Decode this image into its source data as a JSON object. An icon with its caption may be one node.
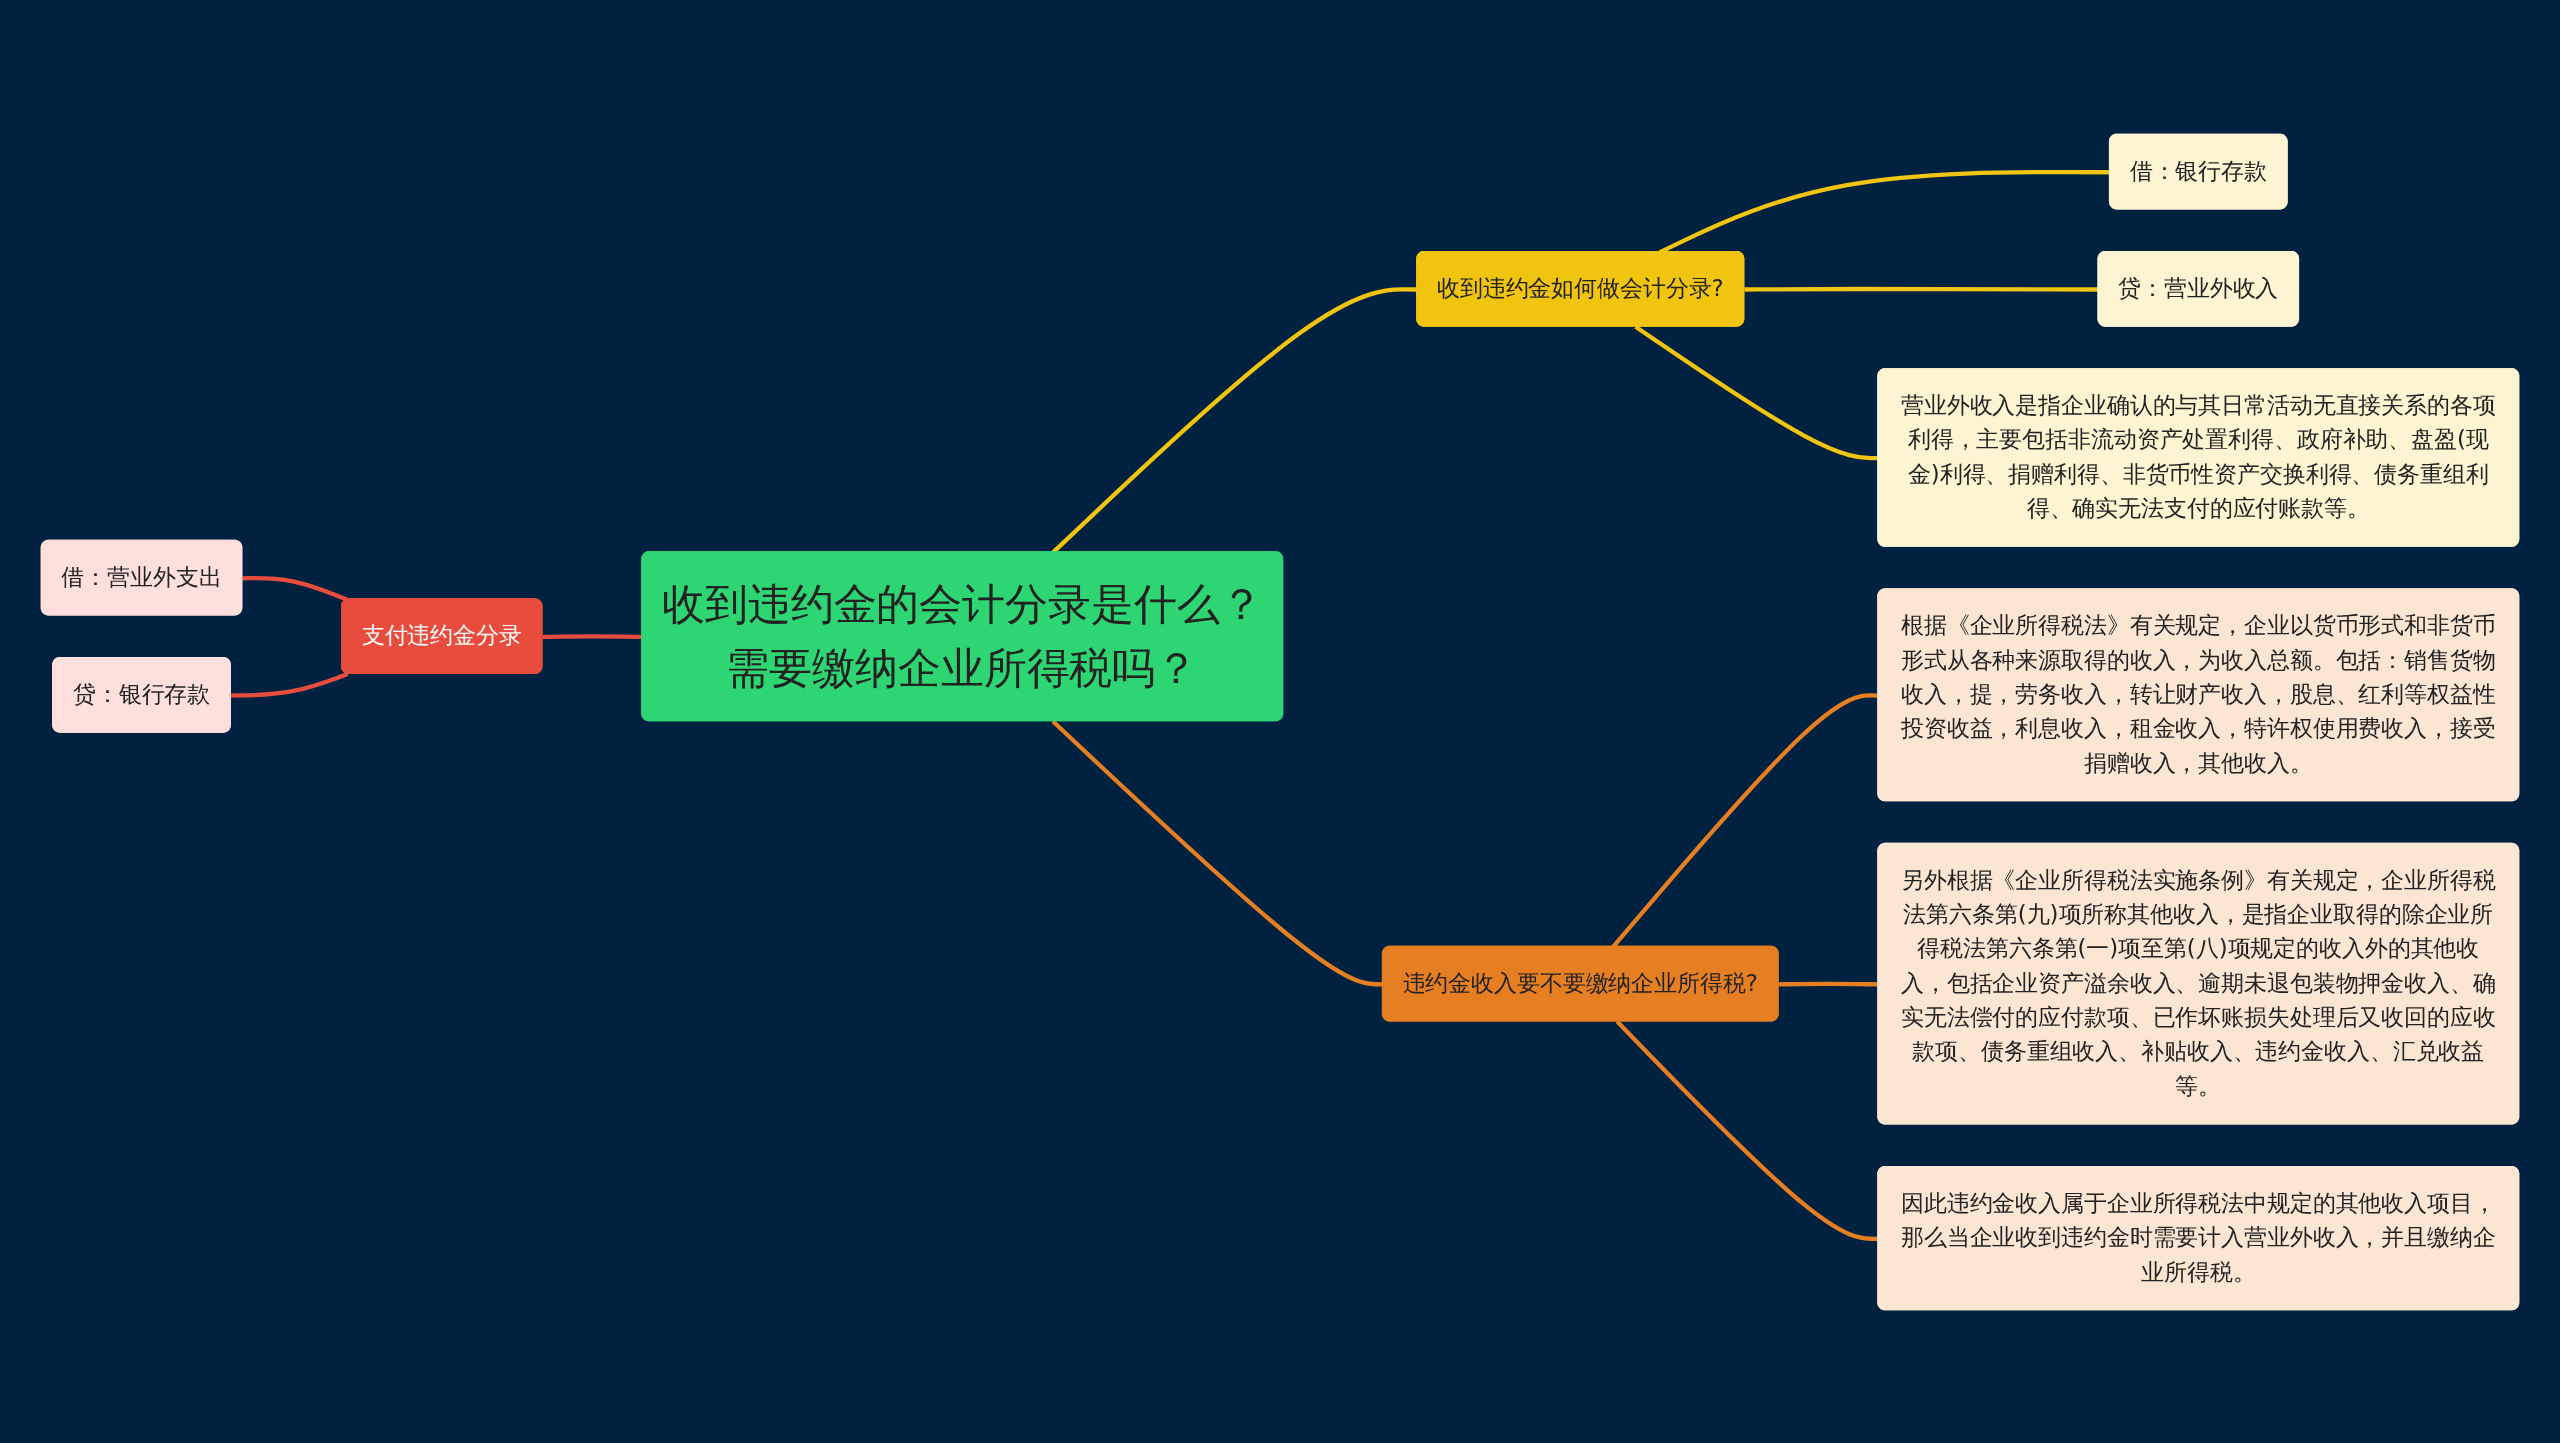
{
  "diagram": {
    "nodes": [
      {
        "text": [
          "收到违约金的会计分录是什么？需要缴纳企业所得税吗？"
        ]
      },
      {
        "text": [
          "收到违约金如何做会计分录?"
        ]
      },
      {
        "text": [
          "借：银行存款"
        ]
      },
      {
        "text": [
          "贷：营业外收入"
        ]
      },
      {
        "text": [
          "营业外收入是指企业确认的与其日常活动无直接关系的各项利得，主要包括非流动资产处置利得、政府补助、盘盈(现金)利得、捐赠利得、非货币性资产交换利得、债务重组利得、确实无法支付的应付账款等。"
        ]
      },
      {
        "text": [
          "违约金收入要不要缴纳企业所得税?"
        ]
      },
      {
        "text": [
          "根据《企业所得税法》有关规定，企业以货币形式和非货币形式从各种来源取得的收入，为收入总额。包括：销售货物收入，提，劳务收入，转让财产收入，股息、红利等权益性投资收益，利息收入，租金收入，特许权使用费收入，接受捐赠收入，其他收入。"
        ]
      },
      {
        "text": [
          "另外根据《企业所得税法实施条例》有关规定，企业所得税法第六条第(九)项所称其他收入，是指企业取得的除企业所得税法第六条第(一)项至第(八)项规定的收入外的其他收入，包括企业资产溢余收入、逾期未退包装物押金收入、确实无法偿付的应付款项、已作坏账损失处理后又收回的应收款项、债务重组收入、补贴收入、违约金收入、汇兑收益等。"
        ]
      },
      {
        "text": [
          "因此违约金收入属于企业所得税法中规定的其他收入项目，那么当企业收到违约金时需要计入营业外收入，并且缴纳企业所得税。"
        ]
      },
      {
        "text": [
          "支付违约金分录"
        ]
      },
      {
        "text": [
          "借：营业外支出"
        ]
      },
      {
        "text": [
          "贷：银行存款"
        ]
      }
    ],
    "edges": [
      {
        "from": 0,
        "to": 1,
        "arrow": "none",
        "color": "#f1c40f"
      },
      {
        "from": 1,
        "to": 2,
        "arrow": "none",
        "color": "#f1c40f"
      },
      {
        "from": 1,
        "to": 3,
        "arrow": "none",
        "color": "#f1c40f"
      },
      {
        "from": 1,
        "to": 4,
        "arrow": "none",
        "color": "#f1c40f"
      },
      {
        "from": 0,
        "to": 5,
        "arrow": "none",
        "color": "#e67e22"
      },
      {
        "from": 5,
        "to": 6,
        "arrow": "none",
        "color": "#e67e22"
      },
      {
        "from": 5,
        "to": 7,
        "arrow": "none",
        "color": "#e67e22"
      },
      {
        "from": 5,
        "to": 8,
        "arrow": "none",
        "color": "#e67e22"
      },
      {
        "from": 9,
        "to": 0,
        "arrow": "none",
        "color": "#e74c3c"
      },
      {
        "from": 10,
        "to": 9,
        "arrow": "none",
        "color": "#e74c3c"
      },
      {
        "from": 11,
        "to": 9,
        "arrow": "none",
        "color": "#e74c3c"
      }
    ]
  }
}
